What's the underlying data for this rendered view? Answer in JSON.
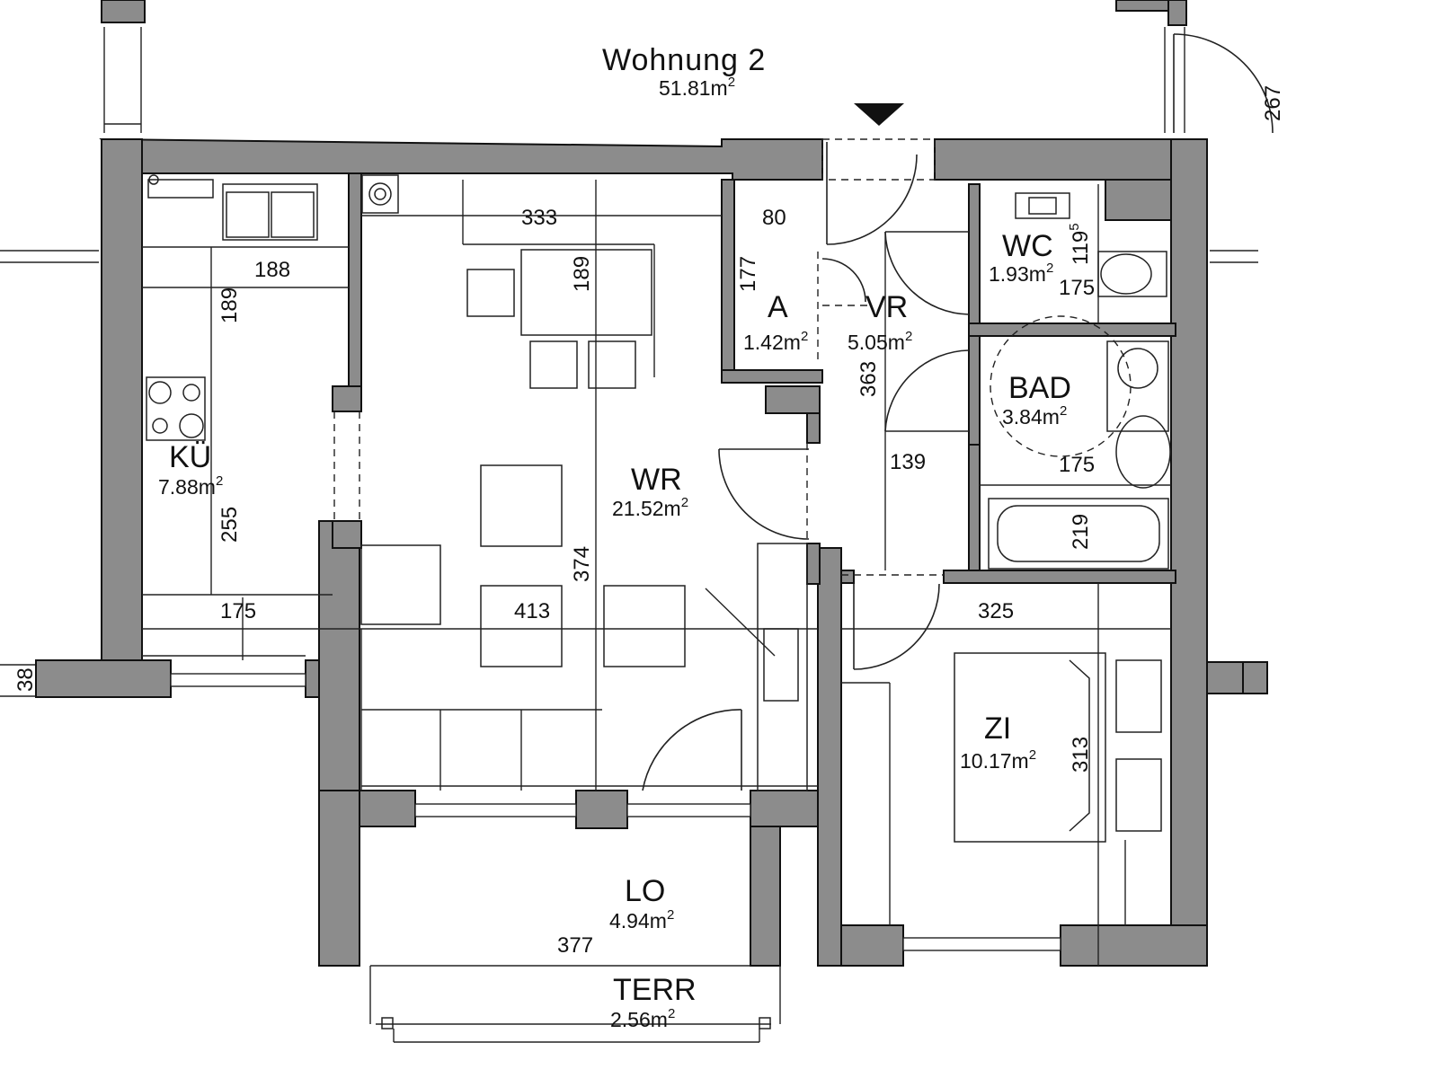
{
  "unit": {
    "name": "Wohnung 2",
    "area": "51.81m",
    "area_sup": "2"
  },
  "rooms": [
    {
      "id": "ku",
      "name": "KÜ",
      "area": "7.88m",
      "sup": "2"
    },
    {
      "id": "wr",
      "name": "WR",
      "area": "21.52m",
      "sup": "2"
    },
    {
      "id": "a",
      "name": "A",
      "area": "1.42m",
      "sup": "2"
    },
    {
      "id": "vr",
      "name": "VR",
      "area": "5.05m",
      "sup": "2"
    },
    {
      "id": "wc",
      "name": "WC",
      "area": "1.93m",
      "sup": "2"
    },
    {
      "id": "bad",
      "name": "BAD",
      "area": "3.84m",
      "sup": "2"
    },
    {
      "id": "zi",
      "name": "ZI",
      "area": "10.17m",
      "sup": "2"
    },
    {
      "id": "lo",
      "name": "LO",
      "area": "4.94m",
      "sup": "2"
    },
    {
      "id": "terr",
      "name": "TERR",
      "area": "2.56m",
      "sup": "2"
    }
  ],
  "dimensions": [
    {
      "id": "d333",
      "text": "333"
    },
    {
      "id": "d80",
      "text": "80"
    },
    {
      "id": "d188",
      "text": "188"
    },
    {
      "id": "d189a",
      "text": "189"
    },
    {
      "id": "d189b",
      "text": "189"
    },
    {
      "id": "d177",
      "text": "177"
    },
    {
      "id": "d1195",
      "text": "119",
      "sup": "5"
    },
    {
      "id": "d175a",
      "text": "175"
    },
    {
      "id": "d175b",
      "text": "175"
    },
    {
      "id": "d175c",
      "text": "175"
    },
    {
      "id": "d363",
      "text": "363"
    },
    {
      "id": "d139",
      "text": "139"
    },
    {
      "id": "d219",
      "text": "219"
    },
    {
      "id": "d255",
      "text": "255"
    },
    {
      "id": "d374",
      "text": "374"
    },
    {
      "id": "d413",
      "text": "413"
    },
    {
      "id": "d325",
      "text": "325"
    },
    {
      "id": "d313",
      "text": "313"
    },
    {
      "id": "d377",
      "text": "377"
    },
    {
      "id": "d267",
      "text": "267"
    },
    {
      "id": "d38",
      "text": "38"
    }
  ]
}
